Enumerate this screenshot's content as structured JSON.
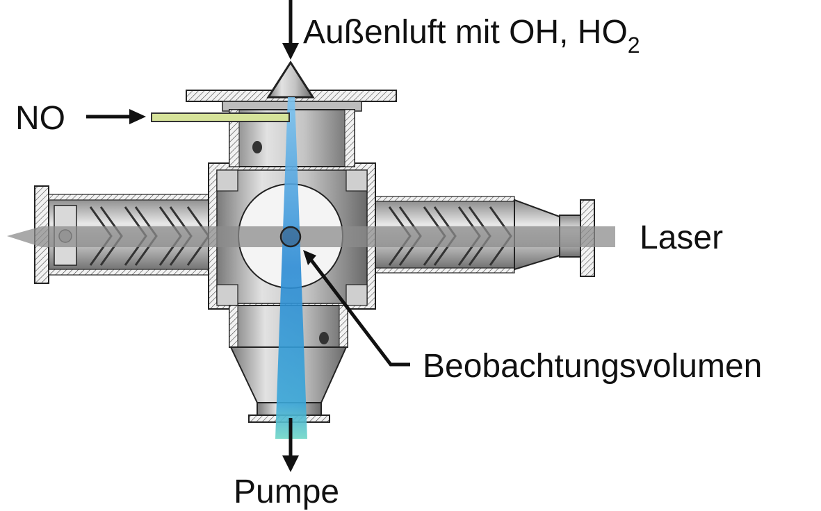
{
  "labels": {
    "inlet": "Außenluft mit OH, HO",
    "inlet_subscript": "2",
    "no": "NO",
    "laser": "Laser",
    "volume": "Beobachtungsvolumen",
    "pump": "Pumpe"
  },
  "colors": {
    "metal_dark": "#7d7d7d",
    "metal_mid": "#b9b9b9",
    "metal_light": "#e6e6e6",
    "laser_beam": "#9a9a9a",
    "pump_beam": "#2e8fd6",
    "pump_beam_end": "#5fd0c8",
    "no_tube": "#d6e39a",
    "ink": "#111111"
  }
}
